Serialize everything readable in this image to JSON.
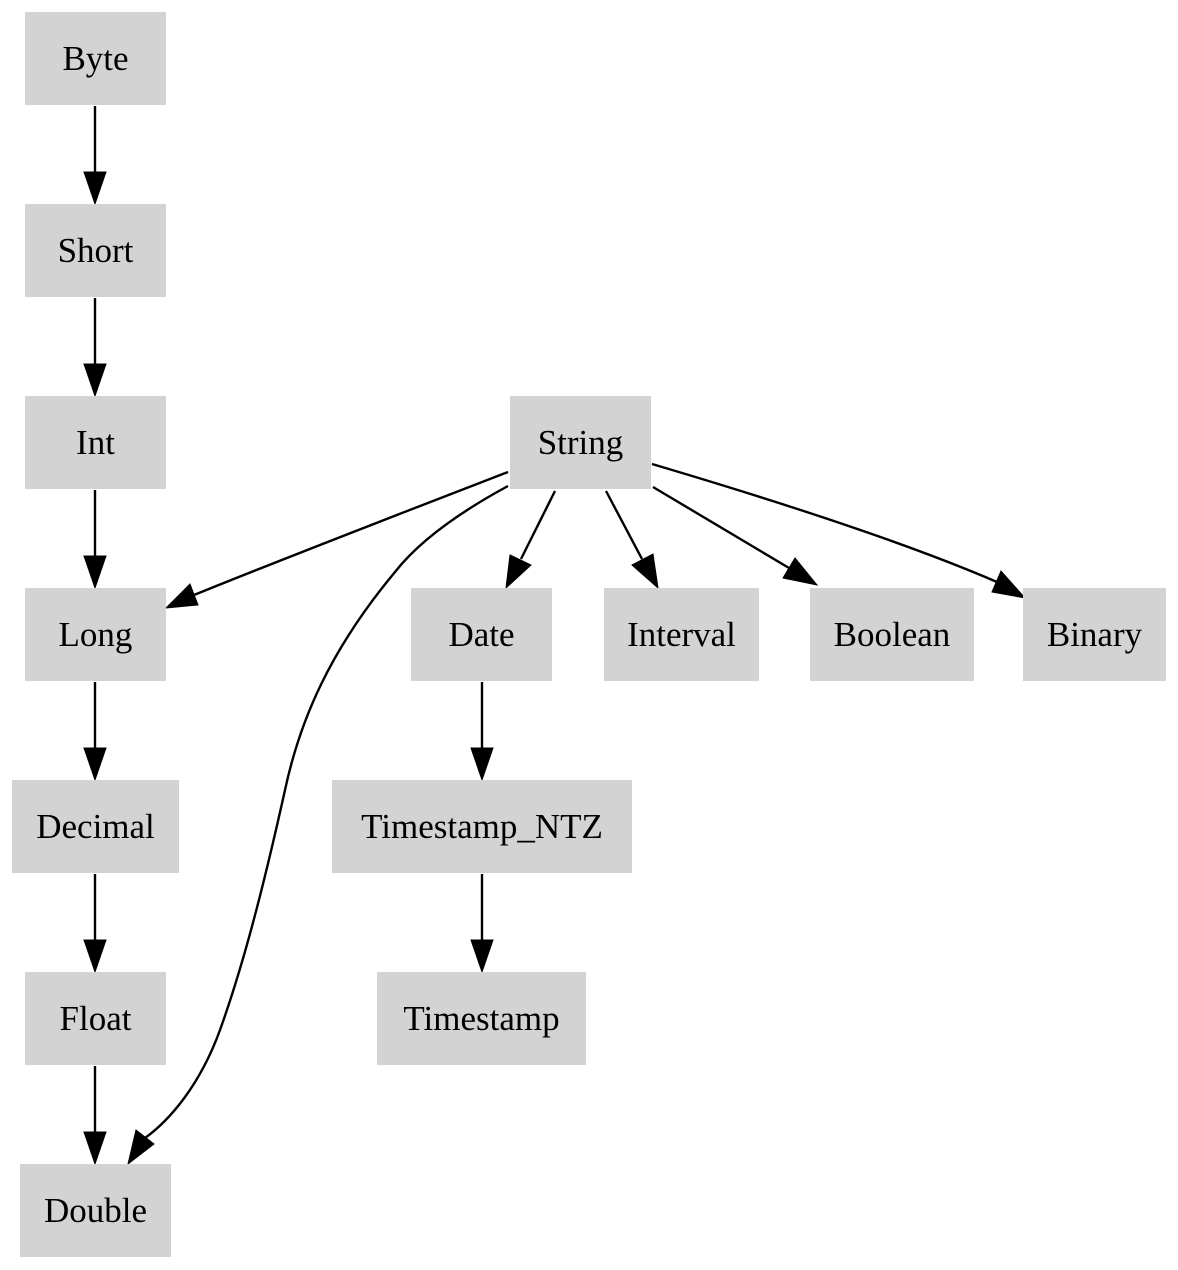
{
  "nodes": {
    "byte": "Byte",
    "short": "Short",
    "int": "Int",
    "string": "String",
    "long": "Long",
    "date": "Date",
    "interval": "Interval",
    "boolean": "Boolean",
    "binary": "Binary",
    "decimal": "Decimal",
    "timestamp_ntz": "Timestamp_NTZ",
    "float": "Float",
    "timestamp": "Timestamp",
    "double": "Double"
  },
  "edges": [
    {
      "from": "Byte",
      "to": "Short"
    },
    {
      "from": "Short",
      "to": "Int"
    },
    {
      "from": "Int",
      "to": "Long"
    },
    {
      "from": "Long",
      "to": "Decimal"
    },
    {
      "from": "Decimal",
      "to": "Float"
    },
    {
      "from": "Float",
      "to": "Double"
    },
    {
      "from": "String",
      "to": "Long"
    },
    {
      "from": "String",
      "to": "Double"
    },
    {
      "from": "String",
      "to": "Date"
    },
    {
      "from": "String",
      "to": "Interval"
    },
    {
      "from": "String",
      "to": "Boolean"
    },
    {
      "from": "String",
      "to": "Binary"
    },
    {
      "from": "Date",
      "to": "Timestamp_NTZ"
    },
    {
      "from": "Timestamp_NTZ",
      "to": "Timestamp"
    }
  ],
  "colors": {
    "node_fill": "#d3d3d3",
    "edge": "#000000",
    "background": "#ffffff"
  }
}
